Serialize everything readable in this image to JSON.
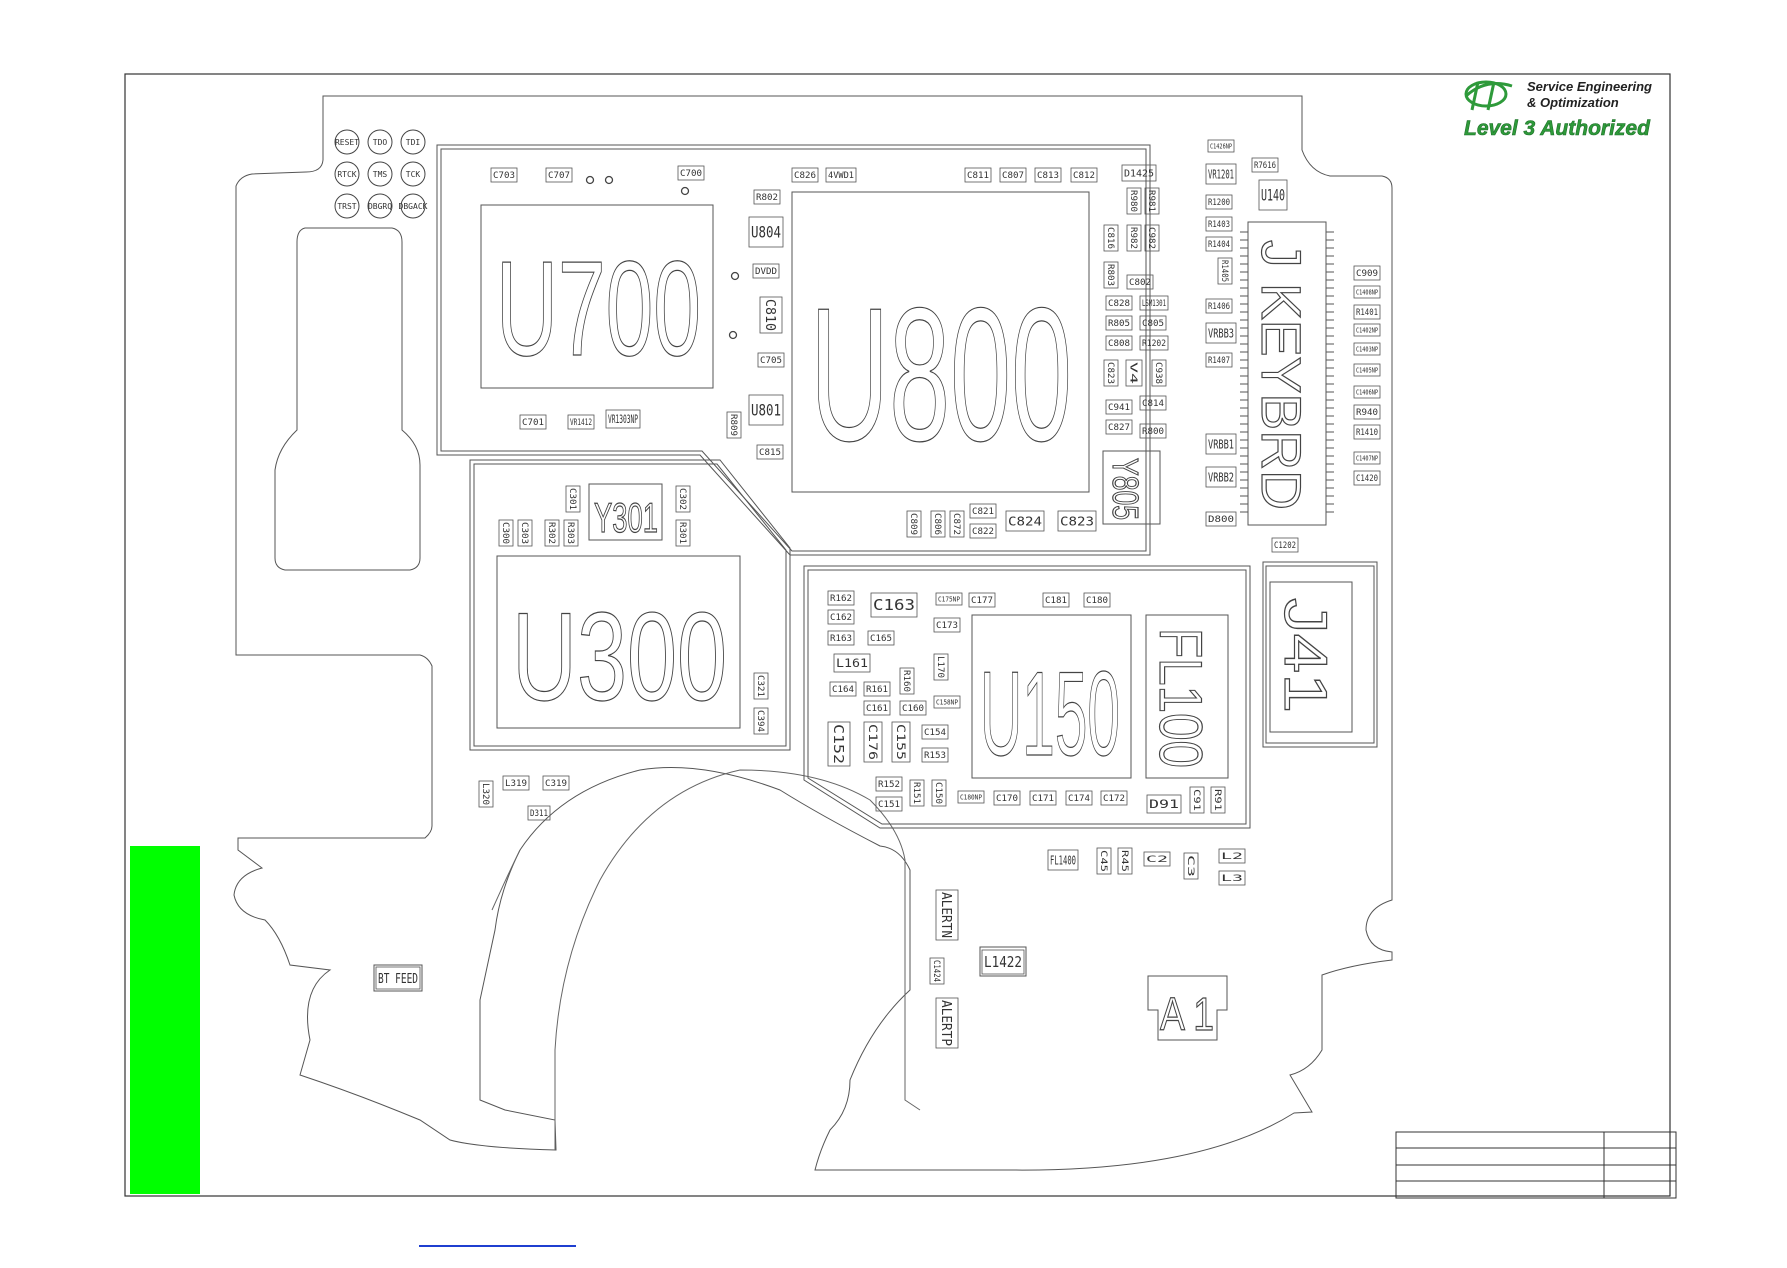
{
  "logo": {
    "title_line1": "Service Engineering",
    "title_line2": "& Optimization",
    "level": "Level 3 Authorized",
    "level_color": "#2e9a3a",
    "logo_color": "#2e9a3a"
  },
  "colors": {
    "board_outline": "#555555",
    "sidebar": "#00ff00"
  },
  "test_points": [
    "RESET",
    "TDO",
    "TDI",
    "RTCK",
    "TMS",
    "TCK",
    "TRST",
    "DBGRQ",
    "DBGACK"
  ],
  "big_parts": {
    "u700": "U700",
    "u800": "U800",
    "u300": "U300",
    "u150": "U150",
    "fl100": "FL100",
    "j41": "J41",
    "keybrd": "J KEYBRD",
    "y301": "Y301",
    "y805": "Y805",
    "a1": "A 1"
  },
  "small_parts": {
    "c703": "C703",
    "c707": "C707",
    "c700": "C700",
    "c826": "C826",
    "vdd": "4VWD1",
    "c811": "C811",
    "c807": "C807",
    "c813": "C813",
    "c812": "C812",
    "d1425": "D1425",
    "r802": "R802",
    "u804": "U804",
    "dvdd": "DVDD",
    "c810": "C810",
    "c705": "C705",
    "u801": "U801",
    "r809": "R809",
    "c815": "C815",
    "c701": "C701",
    "vr1412": "VR1412",
    "vr1303": "VR1303NP",
    "r980": "R980",
    "r981": "R981",
    "c816": "C816",
    "r982": "R982",
    "c982": "C982",
    "r803": "R803",
    "c802": "C802",
    "c828": "C828",
    "lsm": "LSM1301",
    "r805": "R805",
    "c805": "C805",
    "c808": "C808",
    "r1202": "R1202",
    "c823s": "C823",
    "v4": "V4",
    "c938": "C938",
    "c941": "C941",
    "c814": "C814",
    "c827": "C827",
    "r800": "R800",
    "c821": "C821",
    "c822": "C822",
    "c824": "C824",
    "c823": "C823",
    "c809": "C809",
    "c806": "C806",
    "c872": "C872",
    "c1426": "C1426NP",
    "r7616": "R7616",
    "vr1201": "VR1201",
    "u140": "U140",
    "r1200": "R1200",
    "r1403": "R1403",
    "r1404": "R1404",
    "r1405": "R1405",
    "r1406": "R1406",
    "vrbb3": "VRBB3",
    "r1407": "R1407",
    "vrbb1": "VRBB1",
    "vrbb2": "VRBB2",
    "d800": "D800",
    "c1202": "C1202",
    "c909": "C909",
    "c1408": "C1408NP",
    "r1401": "R1401",
    "c1402": "C1402NP",
    "c1403": "C1403NP",
    "c1405": "C1405NP",
    "c1406": "C1406NP",
    "r940": "R940",
    "r1410": "R1410",
    "c1407": "C1407NP",
    "c1420": "C1420",
    "c301": "C301",
    "c302": "C302",
    "c300": "C300",
    "c303": "C303",
    "r302": "R302",
    "r303": "R303",
    "r301": "R301",
    "c321": "C321",
    "c394": "C394",
    "l319": "L319",
    "c319": "C319",
    "l320": "L320",
    "d311": "D311",
    "r162": "R162",
    "c163": "C163",
    "c175": "C175NP",
    "c177": "C177",
    "c181": "C181",
    "c180": "C180",
    "c162": "C162",
    "c173": "C173",
    "r163": "R163",
    "c165": "C165",
    "l161": "L161",
    "l170": "L170",
    "r160": "R160",
    "c164": "C164",
    "r161": "R161",
    "c158": "C158NP",
    "c161": "C161",
    "c160": "C160",
    "c152": "C152",
    "c176": "C176",
    "c155": "C155",
    "c154": "C154",
    "r153": "R153",
    "r152": "R152",
    "c151": "C151",
    "r151": "R151",
    "c150": "C150",
    "c180np": "C180NP",
    "c170": "C170",
    "c171": "C171",
    "c174": "C174",
    "c172": "C172",
    "d91": "D91",
    "c91": "C91",
    "r91": "R91",
    "fl1400": "FL1400",
    "c45": "C45",
    "r45": "R45",
    "c2": "C2",
    "c3": "C3",
    "l2": "L2",
    "l3": "L3",
    "alertn": "ALERTN",
    "c1424": "C1424",
    "l1422": "L1422",
    "alertp": "ALERTP",
    "btfeed": "BT FEED"
  },
  "title_block": {
    "rows": [
      "",
      "",
      "",
      ""
    ]
  }
}
